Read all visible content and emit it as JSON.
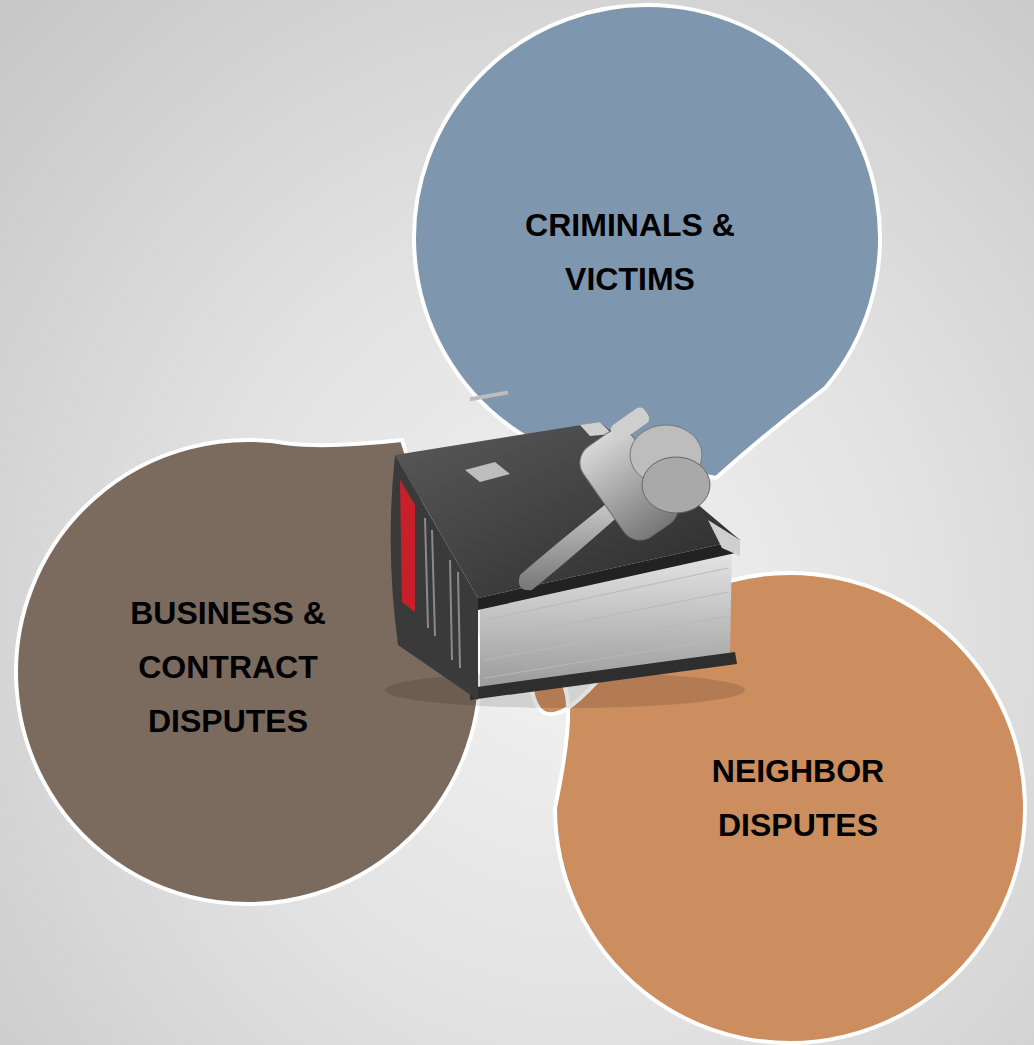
{
  "diagram": {
    "nodes": [
      {
        "text": [
          "CRIMINALS & VICTIMS"
        ]
      },
      {
        "text": [
          "BUSINESS & CONTRACT DISPUTES"
        ]
      },
      {
        "text": [
          "NEIGHBOR DISPUTES"
        ]
      }
    ]
  }
}
